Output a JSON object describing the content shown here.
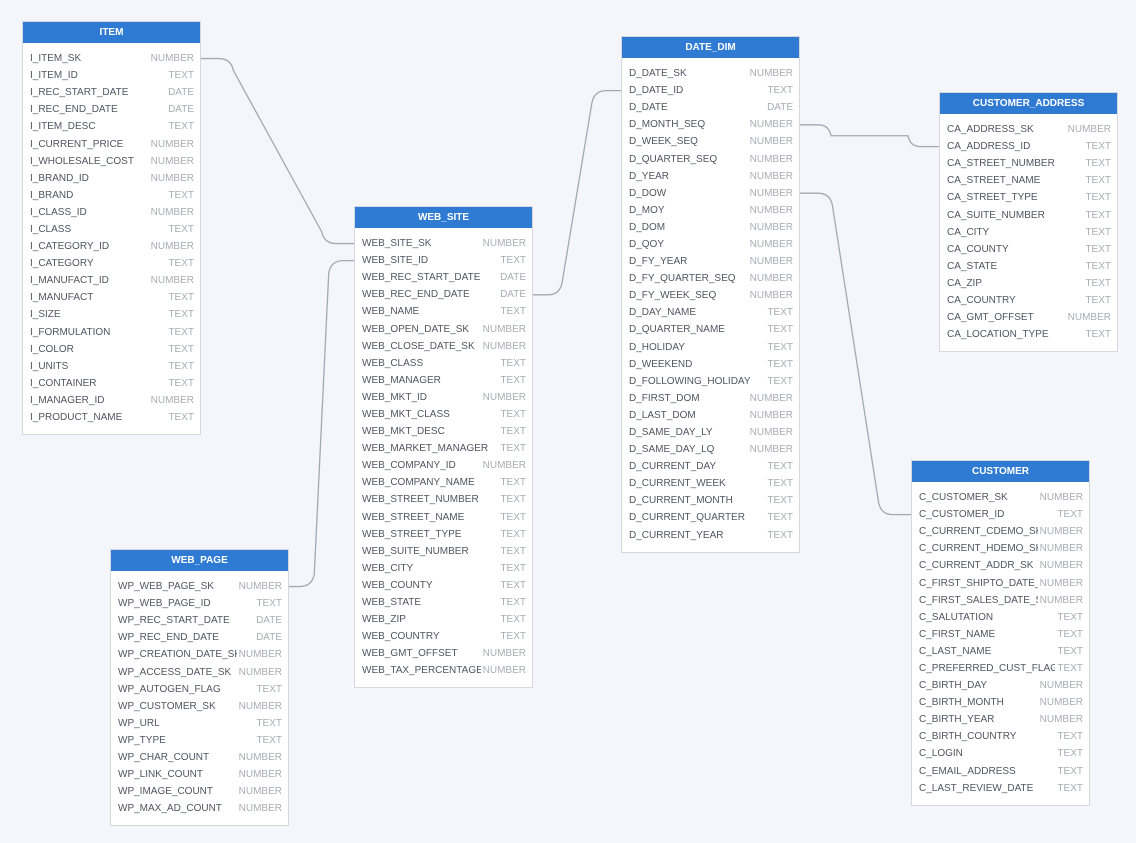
{
  "diagram": {
    "accent_color": "#2f7bd3",
    "link_color": "#a2a9b4",
    "tables": [
      {
        "id": "item",
        "name": "ITEM",
        "columns": [
          {
            "name": "I_ITEM_SK",
            "type": "NUMBER"
          },
          {
            "name": "I_ITEM_ID",
            "type": "TEXT"
          },
          {
            "name": "I_REC_START_DATE",
            "type": "DATE"
          },
          {
            "name": "I_REC_END_DATE",
            "type": "DATE"
          },
          {
            "name": "I_ITEM_DESC",
            "type": "TEXT"
          },
          {
            "name": "I_CURRENT_PRICE",
            "type": "NUMBER"
          },
          {
            "name": "I_WHOLESALE_COST",
            "type": "NUMBER"
          },
          {
            "name": "I_BRAND_ID",
            "type": "NUMBER"
          },
          {
            "name": "I_BRAND",
            "type": "TEXT"
          },
          {
            "name": "I_CLASS_ID",
            "type": "NUMBER"
          },
          {
            "name": "I_CLASS",
            "type": "TEXT"
          },
          {
            "name": "I_CATEGORY_ID",
            "type": "NUMBER"
          },
          {
            "name": "I_CATEGORY",
            "type": "TEXT"
          },
          {
            "name": "I_MANUFACT_ID",
            "type": "NUMBER"
          },
          {
            "name": "I_MANUFACT",
            "type": "TEXT"
          },
          {
            "name": "I_SIZE",
            "type": "TEXT"
          },
          {
            "name": "I_FORMULATION",
            "type": "TEXT"
          },
          {
            "name": "I_COLOR",
            "type": "TEXT"
          },
          {
            "name": "I_UNITS",
            "type": "TEXT"
          },
          {
            "name": "I_CONTAINER",
            "type": "TEXT"
          },
          {
            "name": "I_MANAGER_ID",
            "type": "NUMBER"
          },
          {
            "name": "I_PRODUCT_NAME",
            "type": "TEXT"
          }
        ]
      },
      {
        "id": "web_site",
        "name": "WEB_SITE",
        "columns": [
          {
            "name": "WEB_SITE_SK",
            "type": "NUMBER"
          },
          {
            "name": "WEB_SITE_ID",
            "type": "TEXT"
          },
          {
            "name": "WEB_REC_START_DATE",
            "type": "DATE"
          },
          {
            "name": "WEB_REC_END_DATE",
            "type": "DATE"
          },
          {
            "name": "WEB_NAME",
            "type": "TEXT"
          },
          {
            "name": "WEB_OPEN_DATE_SK",
            "type": "NUMBER"
          },
          {
            "name": "WEB_CLOSE_DATE_SK",
            "type": "NUMBER"
          },
          {
            "name": "WEB_CLASS",
            "type": "TEXT"
          },
          {
            "name": "WEB_MANAGER",
            "type": "TEXT"
          },
          {
            "name": "WEB_MKT_ID",
            "type": "NUMBER"
          },
          {
            "name": "WEB_MKT_CLASS",
            "type": "TEXT"
          },
          {
            "name": "WEB_MKT_DESC",
            "type": "TEXT"
          },
          {
            "name": "WEB_MARKET_MANAGER",
            "type": "TEXT"
          },
          {
            "name": "WEB_COMPANY_ID",
            "type": "NUMBER"
          },
          {
            "name": "WEB_COMPANY_NAME",
            "type": "TEXT"
          },
          {
            "name": "WEB_STREET_NUMBER",
            "type": "TEXT"
          },
          {
            "name": "WEB_STREET_NAME",
            "type": "TEXT"
          },
          {
            "name": "WEB_STREET_TYPE",
            "type": "TEXT"
          },
          {
            "name": "WEB_SUITE_NUMBER",
            "type": "TEXT"
          },
          {
            "name": "WEB_CITY",
            "type": "TEXT"
          },
          {
            "name": "WEB_COUNTY",
            "type": "TEXT"
          },
          {
            "name": "WEB_STATE",
            "type": "TEXT"
          },
          {
            "name": "WEB_ZIP",
            "type": "TEXT"
          },
          {
            "name": "WEB_COUNTRY",
            "type": "TEXT"
          },
          {
            "name": "WEB_GMT_OFFSET",
            "type": "NUMBER"
          },
          {
            "name": "WEB_TAX_PERCENTAGE",
            "type": "NUMBER"
          }
        ]
      },
      {
        "id": "date_dim",
        "name": "DATE_DIM",
        "columns": [
          {
            "name": "D_DATE_SK",
            "type": "NUMBER"
          },
          {
            "name": "D_DATE_ID",
            "type": "TEXT"
          },
          {
            "name": "D_DATE",
            "type": "DATE"
          },
          {
            "name": "D_MONTH_SEQ",
            "type": "NUMBER"
          },
          {
            "name": "D_WEEK_SEQ",
            "type": "NUMBER"
          },
          {
            "name": "D_QUARTER_SEQ",
            "type": "NUMBER"
          },
          {
            "name": "D_YEAR",
            "type": "NUMBER"
          },
          {
            "name": "D_DOW",
            "type": "NUMBER"
          },
          {
            "name": "D_MOY",
            "type": "NUMBER"
          },
          {
            "name": "D_DOM",
            "type": "NUMBER"
          },
          {
            "name": "D_QOY",
            "type": "NUMBER"
          },
          {
            "name": "D_FY_YEAR",
            "type": "NUMBER"
          },
          {
            "name": "D_FY_QUARTER_SEQ",
            "type": "NUMBER"
          },
          {
            "name": "D_FY_WEEK_SEQ",
            "type": "NUMBER"
          },
          {
            "name": "D_DAY_NAME",
            "type": "TEXT"
          },
          {
            "name": "D_QUARTER_NAME",
            "type": "TEXT"
          },
          {
            "name": "D_HOLIDAY",
            "type": "TEXT"
          },
          {
            "name": "D_WEEKEND",
            "type": "TEXT"
          },
          {
            "name": "D_FOLLOWING_HOLIDAY",
            "type": "TEXT"
          },
          {
            "name": "D_FIRST_DOM",
            "type": "NUMBER"
          },
          {
            "name": "D_LAST_DOM",
            "type": "NUMBER"
          },
          {
            "name": "D_SAME_DAY_LY",
            "type": "NUMBER"
          },
          {
            "name": "D_SAME_DAY_LQ",
            "type": "NUMBER"
          },
          {
            "name": "D_CURRENT_DAY",
            "type": "TEXT"
          },
          {
            "name": "D_CURRENT_WEEK",
            "type": "TEXT"
          },
          {
            "name": "D_CURRENT_MONTH",
            "type": "TEXT"
          },
          {
            "name": "D_CURRENT_QUARTER",
            "type": "TEXT"
          },
          {
            "name": "D_CURRENT_YEAR",
            "type": "TEXT"
          }
        ]
      },
      {
        "id": "customer_address",
        "name": "CUSTOMER_ADDRESS",
        "columns": [
          {
            "name": "CA_ADDRESS_SK",
            "type": "NUMBER"
          },
          {
            "name": "CA_ADDRESS_ID",
            "type": "TEXT"
          },
          {
            "name": "CA_STREET_NUMBER",
            "type": "TEXT"
          },
          {
            "name": "CA_STREET_NAME",
            "type": "TEXT"
          },
          {
            "name": "CA_STREET_TYPE",
            "type": "TEXT"
          },
          {
            "name": "CA_SUITE_NUMBER",
            "type": "TEXT"
          },
          {
            "name": "CA_CITY",
            "type": "TEXT"
          },
          {
            "name": "CA_COUNTY",
            "type": "TEXT"
          },
          {
            "name": "CA_STATE",
            "type": "TEXT"
          },
          {
            "name": "CA_ZIP",
            "type": "TEXT"
          },
          {
            "name": "CA_COUNTRY",
            "type": "TEXT"
          },
          {
            "name": "CA_GMT_OFFSET",
            "type": "NUMBER"
          },
          {
            "name": "CA_LOCATION_TYPE",
            "type": "TEXT"
          }
        ]
      },
      {
        "id": "web_page",
        "name": "WEB_PAGE",
        "columns": [
          {
            "name": "WP_WEB_PAGE_SK",
            "type": "NUMBER"
          },
          {
            "name": "WP_WEB_PAGE_ID",
            "type": "TEXT"
          },
          {
            "name": "WP_REC_START_DATE",
            "type": "DATE"
          },
          {
            "name": "WP_REC_END_DATE",
            "type": "DATE"
          },
          {
            "name": "WP_CREATION_DATE_SK",
            "type": "NUMBER"
          },
          {
            "name": "WP_ACCESS_DATE_SK",
            "type": "NUMBER"
          },
          {
            "name": "WP_AUTOGEN_FLAG",
            "type": "TEXT"
          },
          {
            "name": "WP_CUSTOMER_SK",
            "type": "NUMBER"
          },
          {
            "name": "WP_URL",
            "type": "TEXT"
          },
          {
            "name": "WP_TYPE",
            "type": "TEXT"
          },
          {
            "name": "WP_CHAR_COUNT",
            "type": "NUMBER"
          },
          {
            "name": "WP_LINK_COUNT",
            "type": "NUMBER"
          },
          {
            "name": "WP_IMAGE_COUNT",
            "type": "NUMBER"
          },
          {
            "name": "WP_MAX_AD_COUNT",
            "type": "NUMBER"
          }
        ]
      },
      {
        "id": "customer",
        "name": "CUSTOMER",
        "columns": [
          {
            "name": "C_CUSTOMER_SK",
            "type": "NUMBER"
          },
          {
            "name": "C_CUSTOMER_ID",
            "type": "TEXT"
          },
          {
            "name": "C_CURRENT_CDEMO_SK",
            "type": "NUMBER"
          },
          {
            "name": "C_CURRENT_HDEMO_SK",
            "type": "NUMBER"
          },
          {
            "name": "C_CURRENT_ADDR_SK",
            "type": "NUMBER"
          },
          {
            "name": "C_FIRST_SHIPTO_DATE_SK",
            "type": "NUMBER"
          },
          {
            "name": "C_FIRST_SALES_DATE_SK",
            "type": "NUMBER"
          },
          {
            "name": "C_SALUTATION",
            "type": "TEXT"
          },
          {
            "name": "C_FIRST_NAME",
            "type": "TEXT"
          },
          {
            "name": "C_LAST_NAME",
            "type": "TEXT"
          },
          {
            "name": "C_PREFERRED_CUST_FLAG",
            "type": "TEXT"
          },
          {
            "name": "C_BIRTH_DAY",
            "type": "NUMBER"
          },
          {
            "name": "C_BIRTH_MONTH",
            "type": "NUMBER"
          },
          {
            "name": "C_BIRTH_YEAR",
            "type": "NUMBER"
          },
          {
            "name": "C_BIRTH_COUNTRY",
            "type": "TEXT"
          },
          {
            "name": "C_LOGIN",
            "type": "TEXT"
          },
          {
            "name": "C_EMAIL_ADDRESS",
            "type": "TEXT"
          },
          {
            "name": "C_LAST_REVIEW_DATE",
            "type": "TEXT"
          }
        ]
      }
    ],
    "relations": [
      {
        "from_table": "item",
        "from_column": "I_ITEM_SK",
        "to_table": "web_site",
        "to_column": "WEB_SITE_SK"
      },
      {
        "from_table": "web_page",
        "from_column": "WP_WEB_PAGE_SK",
        "to_table": "web_site",
        "to_column": "WEB_SITE_ID"
      },
      {
        "from_table": "web_site",
        "from_column": "WEB_REC_END_DATE",
        "to_table": "date_dim",
        "to_column": "D_DATE_ID"
      },
      {
        "from_table": "date_dim",
        "from_column": "D_MONTH_SEQ",
        "to_table": "customer_address",
        "to_column": "CA_ADDRESS_ID"
      },
      {
        "from_table": "date_dim",
        "from_column": "D_DOW",
        "to_table": "customer",
        "to_column": "C_CUSTOMER_ID"
      }
    ]
  }
}
